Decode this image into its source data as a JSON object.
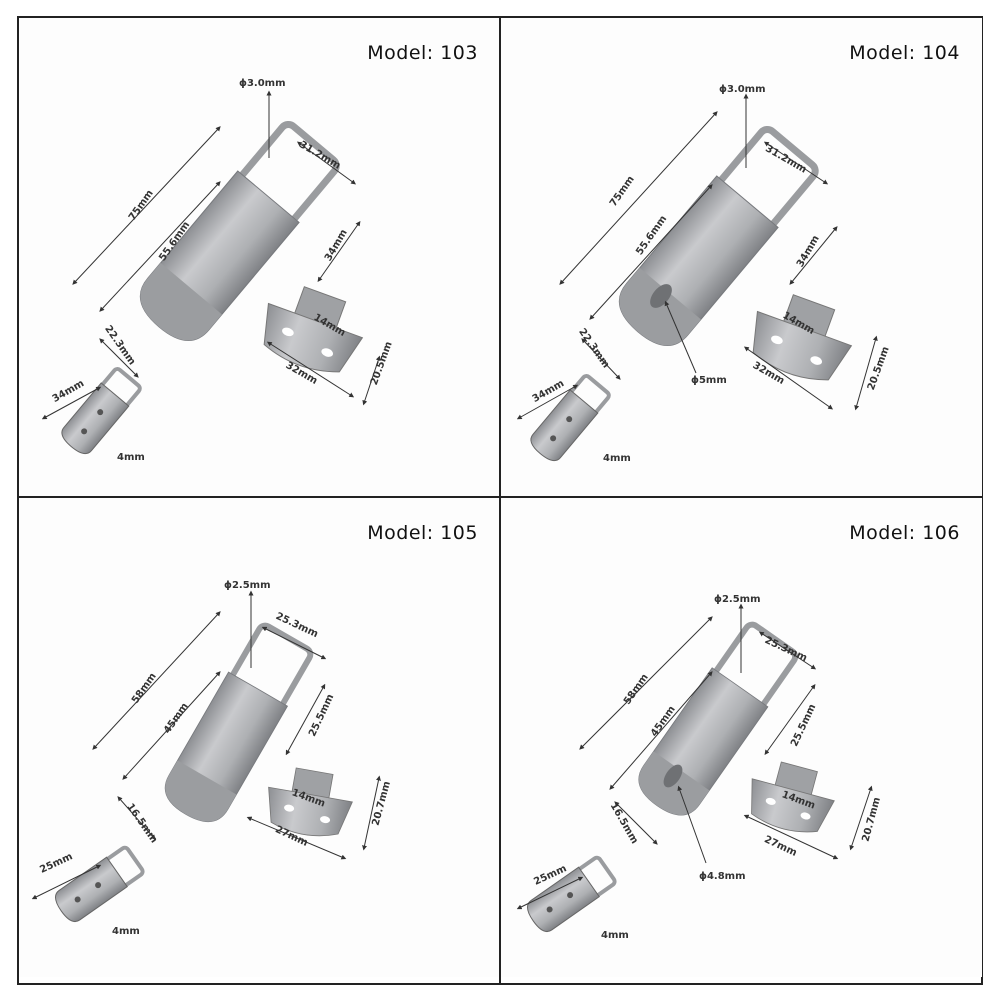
{
  "panels": [
    {
      "model": "Model: 103",
      "labels": {
        "wire": "ϕ3.0mm",
        "total": "75mm",
        "body": "55.6mm",
        "ring_w": "31.2mm",
        "ring_l": "34mm",
        "width": "22.3mm",
        "hole": "14mm",
        "keeper_w": "32mm",
        "keeper_h": "20.5mm",
        "small": "34mm",
        "thick": "4mm"
      }
    },
    {
      "model": "Model: 104",
      "labels": {
        "wire": "ϕ3.0mm",
        "total": "75mm",
        "body": "55.6mm",
        "ring_w": "31.2mm",
        "ring_l": "34mm",
        "width": "22.3mm",
        "hole": "14mm",
        "keeper_w": "32mm",
        "keeper_h": "20.5mm",
        "lock": "ϕ5mm",
        "small": "34mm",
        "thick": "4mm"
      }
    },
    {
      "model": "Model: 105",
      "labels": {
        "wire": "ϕ2.5mm",
        "total": "58mm",
        "body": "45mm",
        "ring_w": "25.3mm",
        "ring_l": "25.5mm",
        "width": "16.5mm",
        "hole": "14mm",
        "keeper_w": "27mm",
        "keeper_h": "20.7mm",
        "small": "25mm",
        "thick": "4mm"
      }
    },
    {
      "model": "Model: 106",
      "labels": {
        "wire": "ϕ2.5mm",
        "total": "58mm",
        "body": "45mm",
        "ring_w": "25.3mm",
        "ring_l": "25.5mm",
        "width": "16.5mm",
        "hole": "14mm",
        "keeper_w": "27mm",
        "keeper_h": "20.7mm",
        "lock": "ϕ4.8mm",
        "small": "25mm",
        "thick": "4mm"
      }
    }
  ]
}
